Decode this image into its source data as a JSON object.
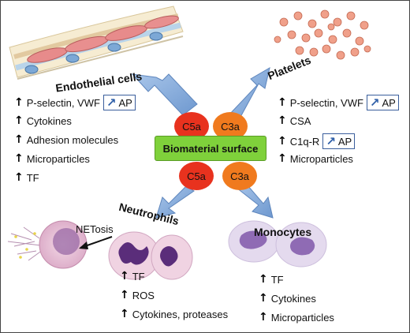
{
  "center": {
    "label": "Biomaterial surface",
    "top_left": "C5a",
    "top_right": "C3a",
    "bottom_left": "C5a",
    "bottom_right": "C3a"
  },
  "endothelial": {
    "title": "Endothelial cells",
    "items": [
      "P-selectin, VWF",
      "Cytokines",
      "Adhesion molecules",
      "Microparticles",
      "TF"
    ],
    "ap_label": "AP"
  },
  "platelets": {
    "title": "Platelets",
    "items": [
      "P-selectin, VWF",
      "CSA",
      "C1q-R",
      "Microparticles"
    ],
    "ap_label_1": "AP",
    "ap_label_2": "AP"
  },
  "neutrophils": {
    "title": "Neutrophils",
    "netosis": "NETosis",
    "items": [
      "TF",
      "ROS",
      "Cytokines, proteases"
    ]
  },
  "monocytes": {
    "title": "Monocytes",
    "items": [
      "TF",
      "Cytokines",
      "Microparticles"
    ]
  },
  "icons": {
    "up_arrow": "↑",
    "increase_arrow": "↗"
  },
  "colors": {
    "c5a": "#e8321e",
    "c3a": "#f07a1e",
    "biomaterial": "#7fd13b",
    "arrow_blue": "#7aa3d4"
  }
}
